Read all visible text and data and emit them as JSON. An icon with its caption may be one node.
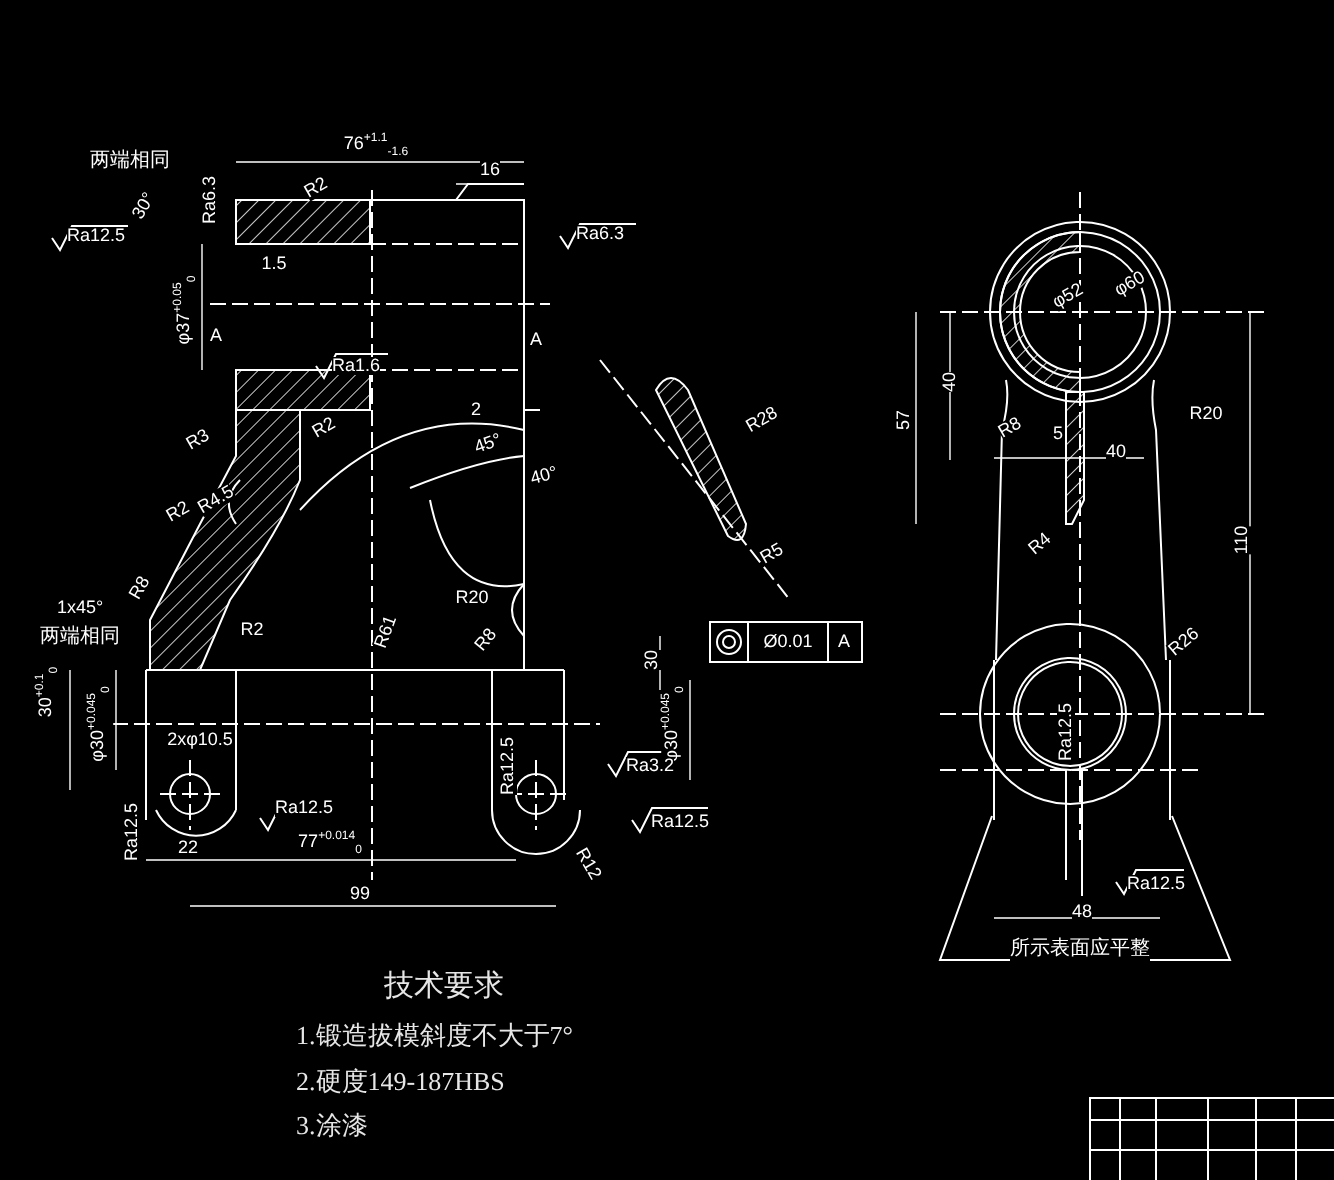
{
  "diagram": {
    "labels": [
      "两端相同",
      "Ra6.3",
      "76$^{+1.1}$$_{-1.6}$",
      "16",
      "R2",
      "30°",
      "Ra12.5",
      "Ra6.3",
      "1.5",
      "φ37$^{+0.05}$$_{0}$",
      "Ra1.6",
      "A",
      "A",
      "2",
      "45°",
      "40°",
      "R3",
      "R2",
      "R2",
      "R4.5",
      "R8",
      "1x45°",
      "两端相同",
      "R2",
      "R61",
      "R20",
      "R8",
      "30",
      "30$^{+0.1}$$_{0}$",
      "φ30$^{+0.045}$$_{0}$",
      "2xφ10.5",
      "Ra12.5",
      "Ra12.5",
      "22",
      "77$^{+0.014}$$_{0}$",
      "99",
      "Ra12.5",
      "φ30$^{+0.045}$$_{0}$",
      "Ra3.2",
      "Ra12.5",
      "R12",
      "R28",
      "R5",
      "Ø0.01",
      "A",
      "φ52",
      "φ60",
      "R20",
      "40",
      "57",
      "R8",
      "5",
      "40",
      "R4",
      "110",
      "R26",
      "Ra12.5",
      "Ra12.5",
      "48",
      "所示表面应平整",
      "技术要求",
      "1.锻造拔模斜度不大于7°",
      "2.硬度149-187HBS",
      "3.涂漆"
    ]
  }
}
